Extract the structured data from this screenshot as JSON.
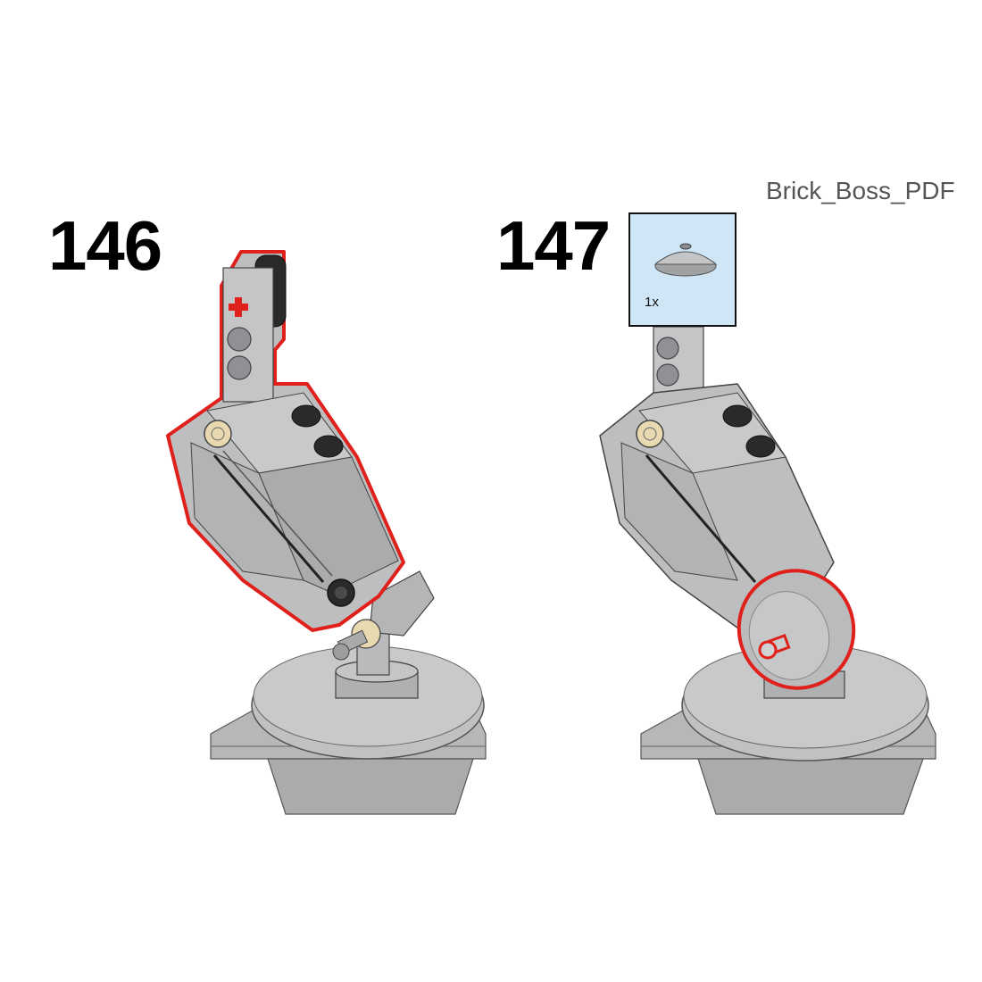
{
  "steps": [
    {
      "number": "146"
    },
    {
      "number": "147",
      "parts": [
        {
          "icon": "dish-part-icon",
          "quantity": "1x"
        }
      ]
    }
  ],
  "watermark": "Brick_Boss_PDF",
  "colors": {
    "part_gray": "#b5b7b9",
    "part_gray_dark": "#8f9194",
    "highlight_red": "#e0201b",
    "parts_box_bg": "#cfe6f7",
    "tan_pin": "#e8d9b0",
    "black": "#1a1a1a"
  }
}
